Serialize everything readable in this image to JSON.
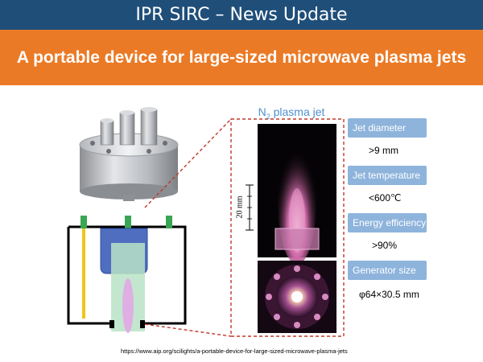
{
  "slide": {
    "header": "IPR SIRC – News Update",
    "title": "A portable device for large-sized microwave plasma jets"
  },
  "photo": {
    "title_main": "N",
    "title_sub": "2",
    "title_rest": " plasma jet",
    "scale": "20 mm"
  },
  "specs": [
    {
      "label": "Jet diameter",
      "value": ">9 mm"
    },
    {
      "label": "Jet temperature",
      "value": "<600℃"
    },
    {
      "label": "Energy efficiency",
      "value": ">90%"
    },
    {
      "label": "Generator size",
      "value": "φ64×30.5 mm"
    }
  ],
  "footer": {
    "url": "https://www.aip.org/scilights/a-portable-device-for-large-sized-microwave-plasma-jets"
  },
  "colors": {
    "header_bg": "#1f4e79",
    "title_bar_bg": "#eb7a26",
    "label_bg": "#8eb4dc",
    "dashed_red": "#c0392b"
  }
}
